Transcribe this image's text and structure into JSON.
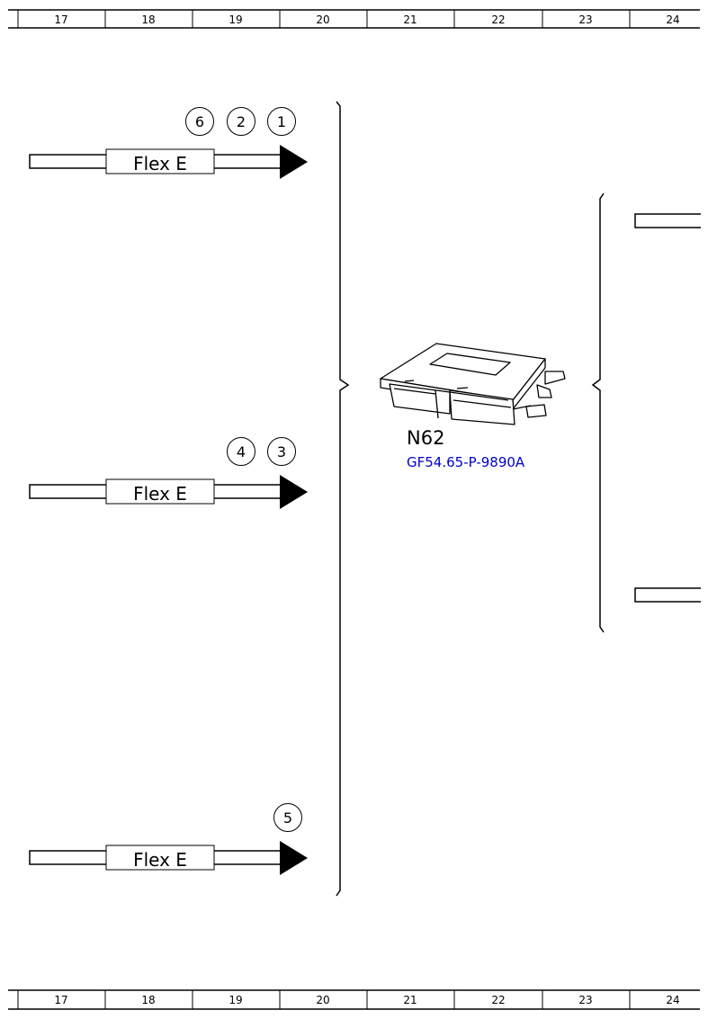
{
  "ruler": {
    "columns": [
      "17",
      "18",
      "19",
      "20",
      "21",
      "22",
      "23",
      "24"
    ]
  },
  "connectors": [
    {
      "label": "Flex E",
      "markers": [
        "6",
        "2",
        "1"
      ]
    },
    {
      "label": "Flex E",
      "markers": [
        "4",
        "3"
      ]
    },
    {
      "label": "Flex E",
      "markers": [
        "5"
      ]
    }
  ],
  "component": {
    "code": "N62",
    "reference": "GF54.65-P-9890A",
    "reference_color": "#0000cc",
    "icon": "control-unit-icon"
  }
}
